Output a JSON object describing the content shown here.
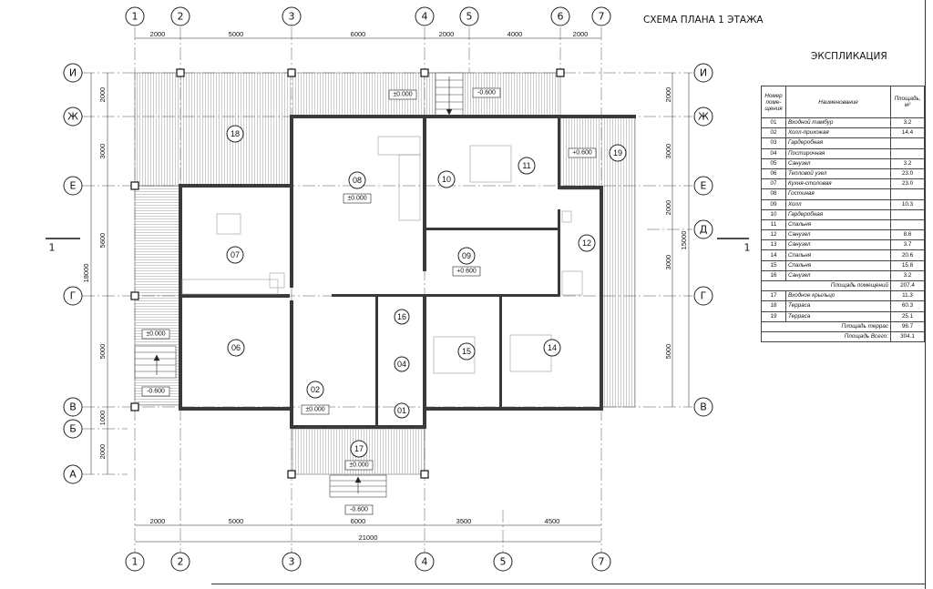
{
  "title": "СХЕМА ПЛАНА 1 ЭТАЖА",
  "axes": {
    "columns": [
      "1",
      "2",
      "3",
      "4",
      "5",
      "6",
      "7"
    ],
    "rows": [
      "И",
      "Ж",
      "Е",
      "Д",
      "Г",
      "В",
      "Б",
      "А"
    ]
  },
  "dims": {
    "top": [
      "2000",
      "5000",
      "6000",
      "2000",
      "4000",
      "2000"
    ],
    "bottom": [
      "2000",
      "5000",
      "6000",
      "3500",
      "4500"
    ],
    "bottom_total": "21000",
    "left": [
      "2000",
      "3000",
      "5600",
      "5000",
      "1000",
      "2000"
    ],
    "left_total": "18000",
    "right": [
      "2000",
      "3000",
      "2000",
      "3000",
      "5000"
    ],
    "right_total": "15000"
  },
  "section_mark": "1",
  "rooms": [
    "18",
    "08",
    "10",
    "11",
    "19",
    "07",
    "09",
    "12",
    "06",
    "16",
    "15",
    "14",
    "04",
    "02",
    "01",
    "17"
  ],
  "levels": [
    "±0.000",
    "-0.600",
    "+0.600",
    "+0.600",
    "±0.000",
    "±0.000",
    "-0.600",
    "±0.000",
    "±0.000",
    "-0.600"
  ],
  "explication": {
    "title": "ЭКСПЛИКАЦИЯ",
    "headers": [
      "Номер поме-щения",
      "Наименование",
      "Площадь, м²"
    ],
    "rows": [
      [
        "01",
        "Входной тамбур",
        "3.2"
      ],
      [
        "02",
        "Холл-прихожая",
        "14.4"
      ],
      [
        "03",
        "Гардеробная",
        ""
      ],
      [
        "04",
        "Постирочная",
        ""
      ],
      [
        "05",
        "Санузел",
        "3.2"
      ],
      [
        "06",
        "Тепловой узел",
        "23.0"
      ],
      [
        "07",
        "Кухня-столовая",
        "23.0"
      ],
      [
        "08",
        "Гостиная",
        ""
      ],
      [
        "09",
        "Холл",
        "10.3"
      ],
      [
        "10",
        "Гардеробная",
        ""
      ],
      [
        "11",
        "Спальня",
        ""
      ],
      [
        "12",
        "Санузел",
        "8.6"
      ],
      [
        "13",
        "Санузел",
        "3.7"
      ],
      [
        "14",
        "Спальня",
        "20.6"
      ],
      [
        "15",
        "Спальня",
        "15.8"
      ],
      [
        "16",
        "Санузел",
        "3.2"
      ]
    ],
    "subtotal": [
      "Площадь помещений",
      "207.4"
    ],
    "rows2": [
      [
        "17",
        "Входное крыльцо",
        "11.3"
      ],
      [
        "18",
        "Терраса",
        "60.3"
      ],
      [
        "19",
        "Терраса",
        "25.1"
      ]
    ],
    "terrace_total": [
      "Площадь террас",
      "96.7"
    ],
    "grand_total": [
      "Площадь Всего:",
      "304.1"
    ]
  }
}
